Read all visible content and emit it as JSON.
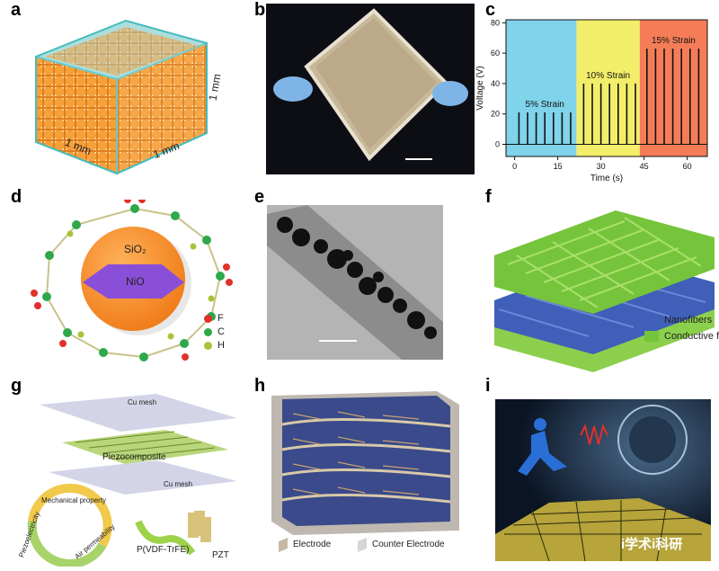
{
  "panels": {
    "a": {
      "label": "a",
      "dims": [
        "1 mm",
        "1 mm",
        "1 mm"
      ]
    },
    "b": {
      "label": "b"
    },
    "c": {
      "label": "c"
    },
    "d": {
      "label": "d",
      "core": "SiO₂",
      "inner": "NiO",
      "legend": [
        "F",
        "C",
        "H"
      ],
      "legend_colors": [
        "#e0312a",
        "#2eaa44",
        "#a6c43a"
      ]
    },
    "e": {
      "label": "e"
    },
    "f": {
      "label": "f",
      "legend": [
        "Nanofibers",
        "Conductive fabric"
      ]
    },
    "g": {
      "label": "g",
      "top_mesh": "Cu mesh",
      "middle": "Piezocomposite",
      "bottom_mesh": "Cu mesh",
      "cycle": [
        "Mechanical property",
        "Piezoelectricity",
        "Air permeability"
      ],
      "materials": [
        "P(VDF-TrFE)",
        "PZT"
      ]
    },
    "h": {
      "label": "h",
      "legend": [
        "Electrode",
        "Counter Electrode"
      ]
    },
    "i": {
      "label": "i",
      "watermark": "i学术i科研"
    }
  },
  "chart_data": {
    "type": "line",
    "xlabel": "Time (s)",
    "ylabel": "Voltage (V)",
    "xlim": [
      -3,
      67
    ],
    "ylim": [
      -8,
      82
    ],
    "xticks": [
      0,
      15,
      30,
      45,
      60
    ],
    "yticks": [
      0,
      20,
      40,
      60,
      80
    ],
    "regions": [
      {
        "label": "5% Strain",
        "x": [
          -3,
          21.5
        ],
        "color": "#7fd3ea",
        "peak": 21,
        "pulses": [
          1.5,
          4.5,
          7.5,
          10.5,
          13.5,
          16.5,
          19.5
        ]
      },
      {
        "label": "10% Strain",
        "x": [
          21.5,
          43.5
        ],
        "color": "#f3ee6a",
        "peak": 40,
        "pulses": [
          24,
          27,
          30,
          33,
          36,
          39,
          42
        ]
      },
      {
        "label": "15% Strain",
        "x": [
          43.5,
          67
        ],
        "color": "#f47d58",
        "peak": 63,
        "pulses": [
          46,
          49,
          52,
          55,
          58,
          61,
          64
        ]
      }
    ]
  }
}
